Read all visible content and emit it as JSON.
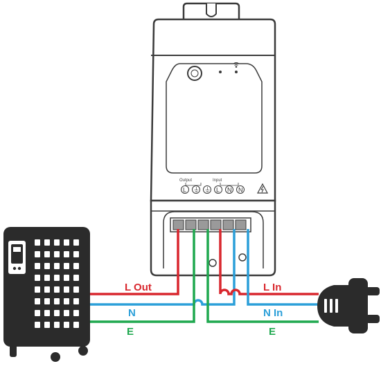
{
  "colors": {
    "live": "#d9272e",
    "neutral": "#2b9fd9",
    "earth": "#1fa84f",
    "outline": "#3a3a3a",
    "device_body": "#ffffff",
    "heater": "#2b2b2b",
    "plug": "#2b2b2b"
  },
  "device": {
    "output_label": "Output",
    "input_label": "Input",
    "terminals": [
      "L",
      "⏚",
      "⏚",
      "L",
      "N",
      "N"
    ]
  },
  "wires": {
    "live_out": "L Out",
    "live_in": "L In",
    "neutral_left": "N",
    "neutral_right": "N In",
    "earth_left": "E",
    "earth_right": "E"
  },
  "icons": {
    "heater": "oil-radiator-heater-icon",
    "plug": "power-plug-icon",
    "wifi": "wifi-icon",
    "warning": "electric-hazard-icon",
    "button": "pairing-button-icon"
  }
}
